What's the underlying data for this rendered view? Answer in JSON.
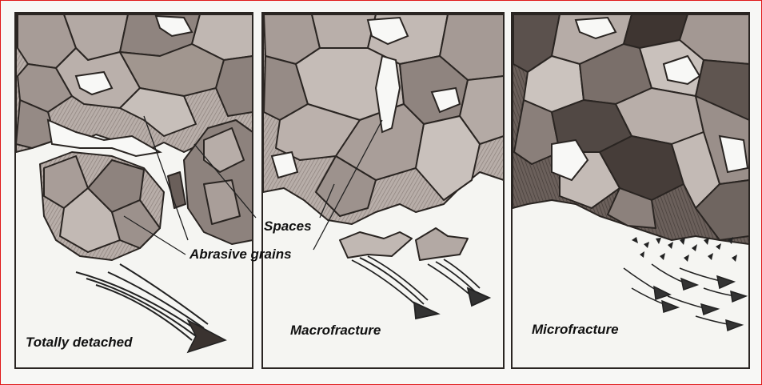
{
  "panels": [
    {
      "id": "totally-detached",
      "label": "Totally detached"
    },
    {
      "id": "macrofracture",
      "label": "Macrofracture"
    },
    {
      "id": "microfracture",
      "label": "Microfracture"
    }
  ],
  "annotations": {
    "spaces": "Spaces",
    "abrasive_grains": "Abrasive grains"
  },
  "colors": {
    "frame_border": "#e01818",
    "panel_background": "#f7f7f5",
    "grain_dark": "#5e5450",
    "grain_mid": "#9a8f8a",
    "grain_light": "#c8c0bb",
    "outline": "#2a2522"
  }
}
